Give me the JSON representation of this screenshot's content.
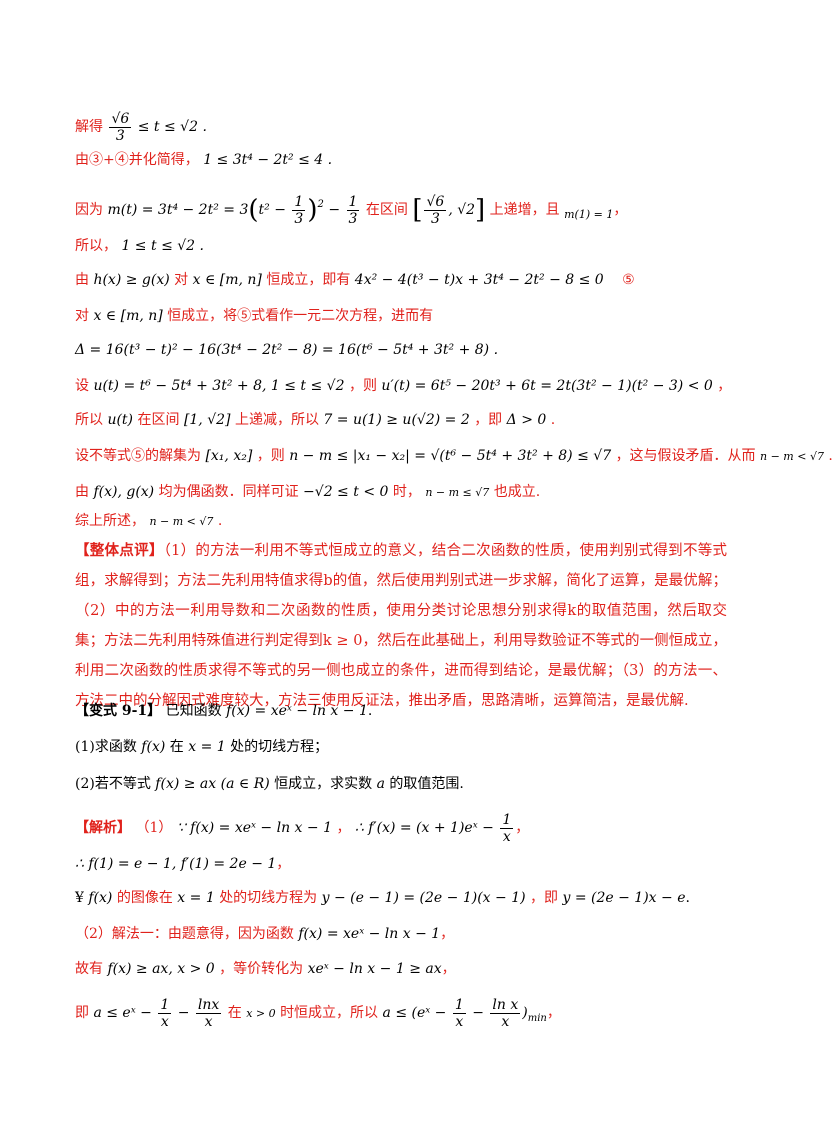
{
  "l01": {
    "t1": "解得",
    "m1": "≤ t ≤ √2 ."
  },
  "l02": {
    "t1": "由③+④并化简得，",
    "m1": "1 ≤ 3t⁴ − 2t² ≤ 4 ."
  },
  "l03": {
    "t1": "因为",
    "m1": "m(t) = 3t⁴ − 2t² = 3",
    "m2": "− ",
    "t2": "在区间",
    "t3": "上递增，且",
    "m3": "m(1) = 1",
    "t4": "，"
  },
  "l04": {
    "t1": "所以，",
    "m1": "1 ≤ t ≤ √2 ."
  },
  "l05": {
    "t1": "由",
    "m1": "h(x) ≥ g(x)",
    "t2": "对",
    "m2": "x ∈ [m, n]",
    "t3": "恒成立，即有",
    "m3": "4x² − 4(t³ − t)x + 3t⁴ − 2t² − 8 ≤ 0",
    "t4": "⑤"
  },
  "l06": {
    "t1": "对",
    "m1": "x ∈ [m, n]",
    "t2": "恒成立，将⑤式看作一元二次方程，进而有"
  },
  "l07": {
    "m1": "Δ = 16(t³ − t)² − 16(3t⁴ − 2t² − 8) = 16(t⁶ − 5t⁴ + 3t² + 8) ."
  },
  "l08": {
    "t1": "设",
    "m1": "u(t) = t⁶ − 5t⁴ + 3t² + 8, 1 ≤ t ≤ √2",
    "t2": "，则",
    "m2": "u′(t) = 6t⁵ − 20t³ + 6t = 2t(3t² − 1)(t² − 3) < 0",
    "t3": "，"
  },
  "l09": {
    "t1": "所以",
    "m1": "u(t)",
    "t2": "在区间",
    "m2": "[1, √2]",
    "t3": "上递减，所以",
    "m3": "7 = u(1) ≥ u(√2) = 2",
    "t4": "，即",
    "m4": "Δ > 0",
    "t5": "."
  },
  "l10": {
    "t1": "设不等式⑤的解集为",
    "m1": "[x₁, x₂]",
    "t2": "，则",
    "m2": "n − m ≤ |x₁ − x₂| = √(t⁶ − 5t⁴ + 3t² + 8) ≤ √7",
    "t3": "，这与假设矛盾．从而",
    "m3": "n − m < √7",
    "t4": "."
  },
  "l11": {
    "t1": "由",
    "m1": "f(x), g(x)",
    "t2": "均为偶函数．同样可证",
    "m2": "−√2 ≤ t < 0",
    "t3": "时，",
    "m3": "n − m ≤ √7",
    "t4": "也成立."
  },
  "l12": {
    "t1": "综上所述，",
    "m1": "n − m < √7",
    "t2": "."
  },
  "review": {
    "label": "【整体点评】",
    "text": "（1）的方法一利用不等式恒成立的意义，结合二次函数的性质，使用判别式得到不等式组，求解得到；方法二先利用特值求得b的值，然后使用判别式进一步求解，简化了运算，是最优解；（2）中的方法一利用导数和二次函数的性质，使用分类讨论思想分别求得k的取值范围，然后取交集；方法二先利用特殊值进行判定得到k ≥ 0，然后在此基础上，利用导数验证不等式的一侧恒成立，利用二次函数的性质求得不等式的另一侧也成立的条件，进而得到结论，是最优解；（3）的方法一、方法二中的分解因式难度较大，方法三使用反证法，推出矛盾，思路清晰，运算简洁，是最优解."
  },
  "variant": {
    "label": "【变式 9-1】",
    "t1": "已知函数",
    "m1": "f(x) = xeˣ − ln x − 1",
    "t2": "."
  },
  "q1": {
    "t1": "(1)求函数",
    "m1": "f(x)",
    "t2": "在",
    "m2": "x = 1",
    "t3": "处的切线方程；"
  },
  "q2": {
    "t1": "(2)若不等式",
    "m1": "f(x) ≥ ax (a ∈ R)",
    "t2": "恒成立，求实数",
    "m2": "a",
    "t3": "的取值范围."
  },
  "s1": {
    "label": "【解析】",
    "t1": "（1）",
    "m1": "∵ f(x) = xeˣ − ln x − 1",
    "t2": "，",
    "m2": "∴ f′(x) = (x + 1)eˣ − ",
    "t3": "，"
  },
  "s2": {
    "m1": "∴ f(1) = e − 1, f′(1) = 2e − 1",
    "t1": "，"
  },
  "s3": {
    "t0": "¥",
    "m1": "f(x)",
    "t1": "的图像在",
    "m2": "x = 1",
    "t2": "处的切线方程为",
    "m3": "y − (e − 1) = (2e − 1)(x − 1)",
    "t3": "，即",
    "m4": "y = (2e − 1)x − e",
    "t4": "."
  },
  "s4": {
    "t1": "（2）解法一：由题意得，因为函数",
    "m1": "f(x) = xeˣ − ln x − 1",
    "t2": "，"
  },
  "s5": {
    "t1": "故有",
    "m1": "f(x) ≥ ax, x > 0",
    "t2": "，等价转化为",
    "m2": "xeˣ − ln x − 1 ≥ ax",
    "t3": "，"
  },
  "s6": {
    "t1": "即",
    "m1": "a ≤ eˣ − ",
    "t2": "在",
    "m2": "x > 0",
    "t3": "时恒成立，所以",
    "m3": "a ≤ (eˣ − ",
    "m4": ")",
    "m5": "min",
    "t4": "，"
  },
  "frac": {
    "sqrt6": "√6",
    "three": "3",
    "one": "1",
    "x": "x",
    "lnx": "lnx",
    "lnx2": "ln x",
    "interval": "[√6/3, √2]",
    "sq": "(t² − 1/3)²"
  }
}
